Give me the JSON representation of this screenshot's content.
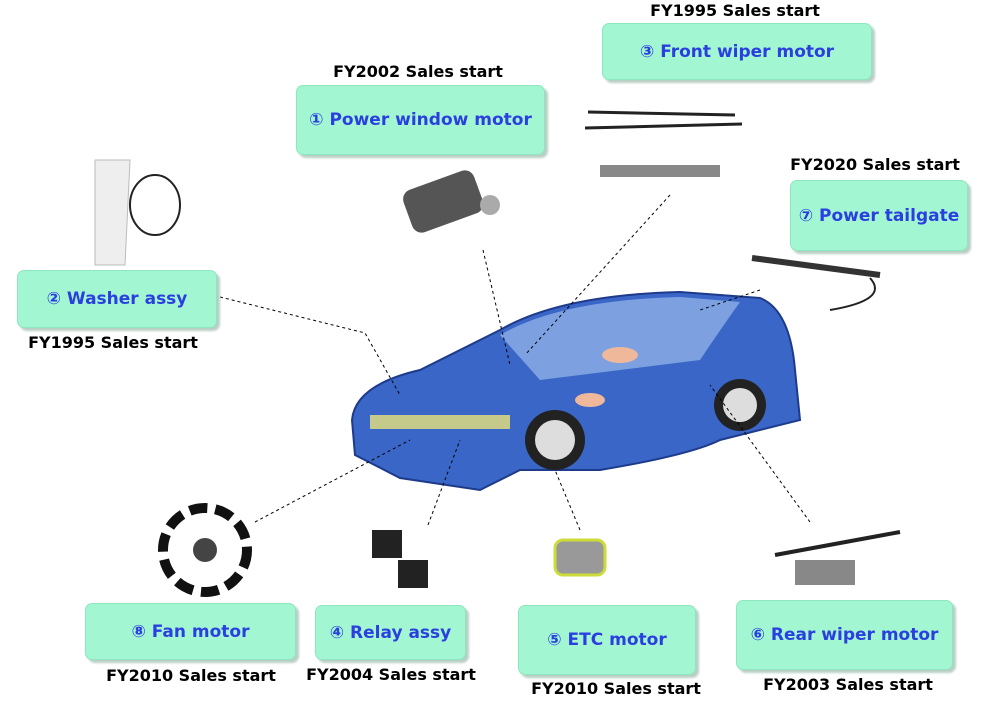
{
  "components": [
    {
      "id": "power-window",
      "label": "① Power window motor",
      "caption": "FY2002 Sales start"
    },
    {
      "id": "washer",
      "label": "② Washer assy",
      "caption": "FY1995 Sales start"
    },
    {
      "id": "front-wiper",
      "label": "③ Front wiper motor",
      "caption": "FY1995 Sales start"
    },
    {
      "id": "relay",
      "label": "④ Relay assy",
      "caption": "FY2004 Sales start"
    },
    {
      "id": "etc",
      "label": "⑤ ETC motor",
      "caption": "FY2010 Sales start"
    },
    {
      "id": "rear-wiper",
      "label": "⑥ Rear wiper motor",
      "caption": "FY2003 Sales start"
    },
    {
      "id": "tailgate",
      "label": "⑦ Power tailgate",
      "caption": "FY2020 Sales start"
    },
    {
      "id": "fan",
      "label": "⑧ Fan motor",
      "caption": "FY2010 Sales start"
    }
  ],
  "colors": {
    "box": "#a2f7d2",
    "label": "#2b3fe0",
    "car": "#2f5fc0"
  }
}
